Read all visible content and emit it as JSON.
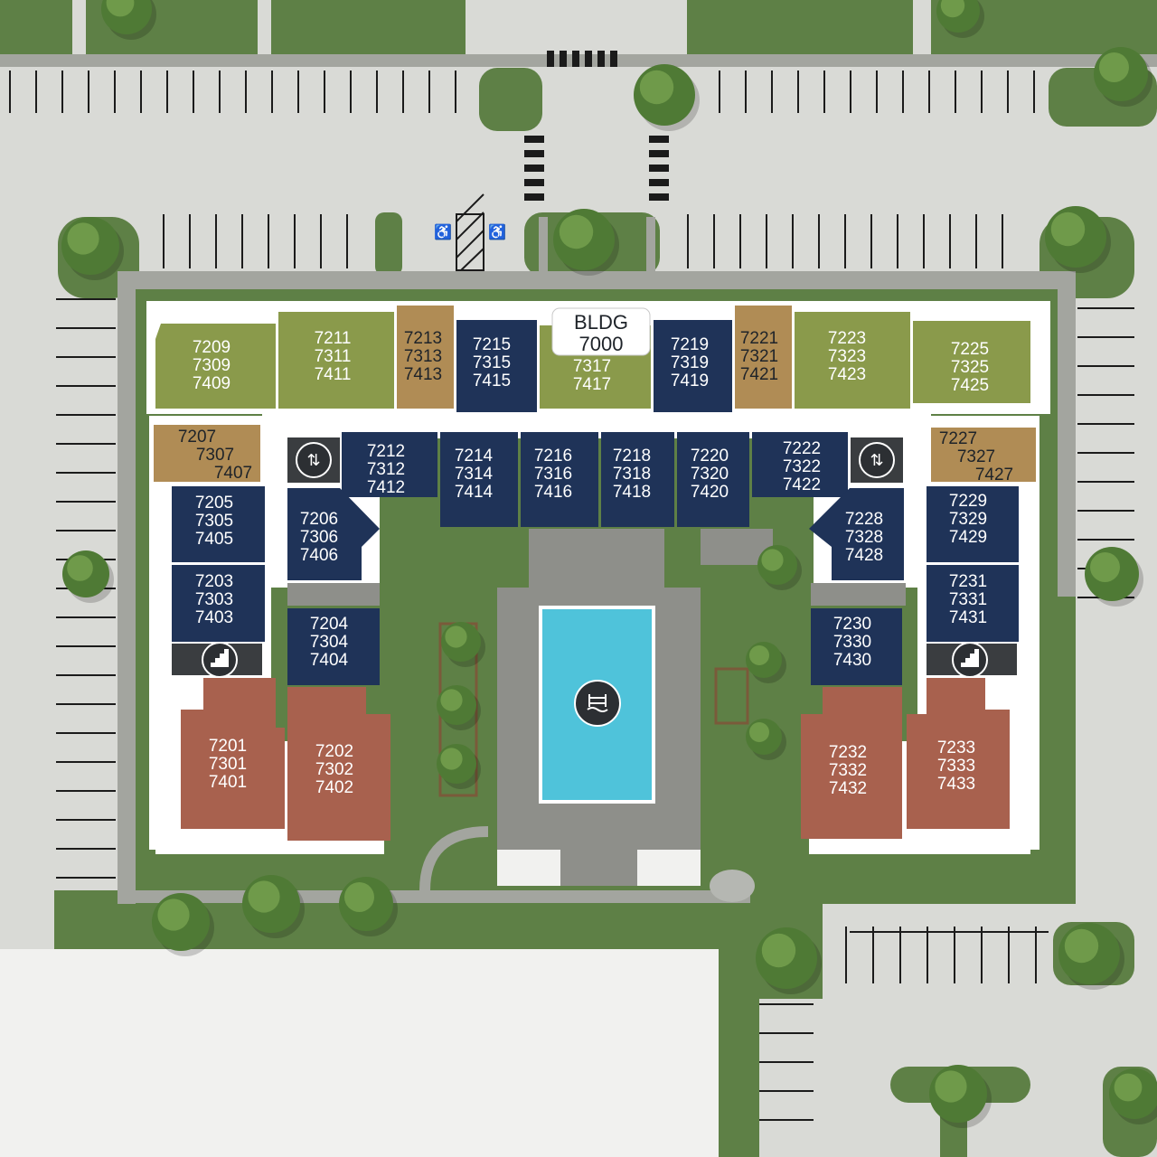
{
  "building_label": {
    "line1": "BLDG",
    "line2": "7000"
  },
  "colors": {
    "navy": "#1f3358",
    "olive": "#8a9a4b",
    "tan": "#b08c55",
    "terracotta": "#a8614e",
    "grass": "#5e8046",
    "asphalt": "#d9dad6",
    "walkway": "#9ea09a",
    "pool": "#4fc3da",
    "dark_icon": "#2c2f33"
  },
  "units": [
    {
      "id": "u7209",
      "lines": [
        "7209",
        "7309",
        "7409"
      ],
      "color": "olive"
    },
    {
      "id": "u7211",
      "lines": [
        "7211",
        "7311",
        "7411"
      ],
      "color": "olive"
    },
    {
      "id": "u7213",
      "lines": [
        "7213",
        "7313",
        "7413"
      ],
      "color": "tan"
    },
    {
      "id": "u7215",
      "lines": [
        "7215",
        "7315",
        "7415"
      ],
      "color": "navy"
    },
    {
      "id": "u7317",
      "lines": [
        "7317",
        "7417"
      ],
      "color": "olive"
    },
    {
      "id": "u7219",
      "lines": [
        "7219",
        "7319",
        "7419"
      ],
      "color": "navy"
    },
    {
      "id": "u7221",
      "lines": [
        "7221",
        "7321",
        "7421"
      ],
      "color": "tan"
    },
    {
      "id": "u7223",
      "lines": [
        "7223",
        "7323",
        "7423"
      ],
      "color": "olive"
    },
    {
      "id": "u7225",
      "lines": [
        "7225",
        "7325",
        "7425"
      ],
      "color": "olive"
    },
    {
      "id": "u7207",
      "lines": [
        "7207",
        "7307",
        "7407"
      ],
      "color": "tan"
    },
    {
      "id": "u7212",
      "lines": [
        "7212",
        "7312",
        "7412"
      ],
      "color": "navy"
    },
    {
      "id": "u7214",
      "lines": [
        "7214",
        "7314",
        "7414"
      ],
      "color": "navy"
    },
    {
      "id": "u7216",
      "lines": [
        "7216",
        "7316",
        "7416"
      ],
      "color": "navy"
    },
    {
      "id": "u7218",
      "lines": [
        "7218",
        "7318",
        "7418"
      ],
      "color": "navy"
    },
    {
      "id": "u7220",
      "lines": [
        "7220",
        "7320",
        "7420"
      ],
      "color": "navy"
    },
    {
      "id": "u7222",
      "lines": [
        "7222",
        "7322",
        "7422"
      ],
      "color": "navy"
    },
    {
      "id": "u7227",
      "lines": [
        "7227",
        "7327",
        "7427"
      ],
      "color": "tan"
    },
    {
      "id": "u7205",
      "lines": [
        "7205",
        "7305",
        "7405"
      ],
      "color": "navy"
    },
    {
      "id": "u7206",
      "lines": [
        "7206",
        "7306",
        "7406"
      ],
      "color": "navy"
    },
    {
      "id": "u7228",
      "lines": [
        "7228",
        "7328",
        "7428"
      ],
      "color": "navy"
    },
    {
      "id": "u7229",
      "lines": [
        "7229",
        "7329",
        "7429"
      ],
      "color": "navy"
    },
    {
      "id": "u7203",
      "lines": [
        "7203",
        "7303",
        "7403"
      ],
      "color": "navy"
    },
    {
      "id": "u7231",
      "lines": [
        "7231",
        "7331",
        "7431"
      ],
      "color": "navy"
    },
    {
      "id": "u7204",
      "lines": [
        "7204",
        "7304",
        "7404"
      ],
      "color": "navy"
    },
    {
      "id": "u7230",
      "lines": [
        "7230",
        "7330",
        "7430"
      ],
      "color": "navy"
    },
    {
      "id": "u7201",
      "lines": [
        "7201",
        "7301",
        "7401"
      ],
      "color": "terracotta"
    },
    {
      "id": "u7202",
      "lines": [
        "7202",
        "7302",
        "7402"
      ],
      "color": "terracotta"
    },
    {
      "id": "u7232",
      "lines": [
        "7232",
        "7332",
        "7432"
      ],
      "color": "terracotta"
    },
    {
      "id": "u7233",
      "lines": [
        "7233",
        "7333",
        "7433"
      ],
      "color": "terracotta"
    }
  ],
  "icons": {
    "elevator": "elevator-icon",
    "stairs": "stairs-icon",
    "pool": "pool-icon",
    "accessible": "accessible-parking-icon",
    "tree": "tree-icon"
  }
}
